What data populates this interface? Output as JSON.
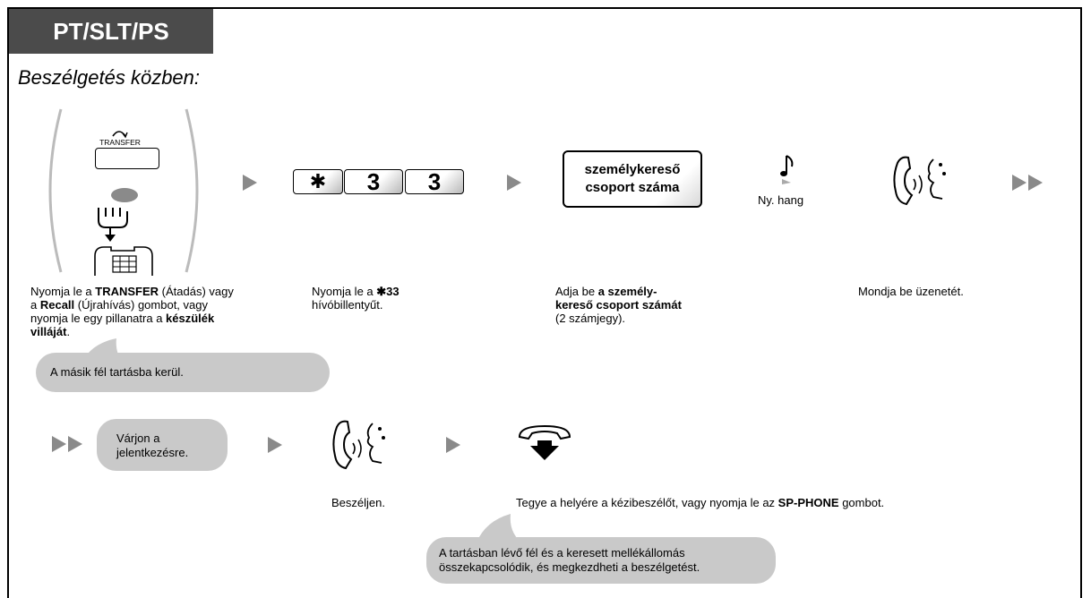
{
  "header": {
    "tab_label": "PT/SLT/PS"
  },
  "subtitle": "Beszélgetés közben:",
  "icons": {
    "transfer_button_label": "TRANSFER",
    "key_star": "✱",
    "key_3a": "3",
    "key_3b": "3",
    "group_number_line1": "személykereső",
    "group_number_line2": "csoport száma",
    "tone_label": "Ny. hang"
  },
  "steps": {
    "step1": {
      "t1": "Nyomja le a ",
      "b1": "TRANSFER",
      "t2": " (Átadás) vagy",
      "t3": "a ",
      "b2": "Recall",
      "t4": " (Újrahívás) gombot, vagy",
      "t5": "nyomja le egy pillanatra a ",
      "b3": "készülék",
      "b4": "villáját",
      "t6": "."
    },
    "step2": {
      "t1": "Nyomja le a ",
      "b1": "✱33",
      "t2": "hívóbillentyűt."
    },
    "step3": {
      "t1": "Adja be ",
      "b1": "a személy-",
      "b2": "kereső csoport számát",
      "t2": "(2 számjegy)."
    },
    "step4": {
      "t1": "Mondja be üzenetét."
    },
    "step5": {
      "t1": "Beszéljen."
    },
    "step6": {
      "t1": "Tegye a helyére a kézibeszélőt, vagy nyomja le az ",
      "b1": "SP-PHONE",
      "t2": " gombot."
    }
  },
  "bubbles": {
    "hold": "A másik fél tartásba kerül.",
    "wait_line1": "Várjon a",
    "wait_line2": "jelentkezésre.",
    "connect_line1": "A tartásban lévő fél és a keresett mellékállomás",
    "connect_line2": "összekapcsolódik, és megkezdheti a beszélgetést."
  }
}
